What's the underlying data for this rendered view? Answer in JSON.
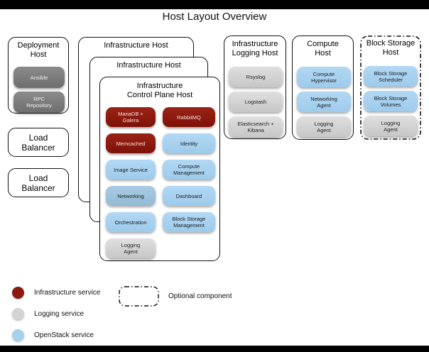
{
  "title": "Host Layout Overview",
  "hosts": {
    "deployment": {
      "title": "Deployment\nHost",
      "services": [
        {
          "label": "Ansible",
          "type": "deployment"
        },
        {
          "label": "RPC\nRepository",
          "type": "deployment"
        }
      ]
    },
    "load_balancer_1": {
      "title": "Load\nBalancer"
    },
    "load_balancer_2": {
      "title": "Load\nBalancer"
    },
    "infra_outer": {
      "title": "Infrastructure Host"
    },
    "infra_middle": {
      "title": "Infrastructure Host"
    },
    "control_plane": {
      "title": "Infrastructure\nControl Plane Host",
      "services": [
        {
          "label": "MariaDB +\nGalera",
          "type": "infrastructure"
        },
        {
          "label": "RabbitMQ",
          "type": "infrastructure"
        },
        {
          "label": "Memcached",
          "type": "infrastructure"
        },
        {
          "label": "Identity",
          "type": "openstack"
        },
        {
          "label": "Image Service",
          "type": "openstack"
        },
        {
          "label": "Compute\nManagement",
          "type": "openstack"
        },
        {
          "label": "Networking",
          "type": "openstack"
        },
        {
          "label": "Dashboard",
          "type": "openstack"
        },
        {
          "label": "Orchestration",
          "type": "openstack"
        },
        {
          "label": "Block Storage\nManagement",
          "type": "openstack"
        },
        {
          "label": "Logging\nAgent",
          "type": "logging"
        }
      ]
    },
    "logging": {
      "title": "Infrastructure\nLogging Host",
      "services": [
        {
          "label": "Rsyslog",
          "type": "logging"
        },
        {
          "label": "Logstash",
          "type": "logging"
        },
        {
          "label": "Elasticsearch +\nKibana",
          "type": "logging"
        }
      ]
    },
    "compute": {
      "title": "Compute\nHost",
      "services": [
        {
          "label": "Compute\nHypervisor",
          "type": "openstack"
        },
        {
          "label": "Networking\nAgent",
          "type": "openstack"
        },
        {
          "label": "Logging\nAgent",
          "type": "logging"
        }
      ]
    },
    "block_storage": {
      "title": "Block Storage\nHost",
      "optional": true,
      "services": [
        {
          "label": "Block Storage\nScheduler",
          "type": "openstack"
        },
        {
          "label": "Block Storage\nVolumes",
          "type": "openstack"
        },
        {
          "label": "Logging\nAgent",
          "type": "logging"
        }
      ]
    }
  },
  "legend": {
    "items": [
      {
        "label": "Infrastructure service",
        "color": "#8b1a10"
      },
      {
        "label": "Logging service",
        "color": "#d3d3d3"
      },
      {
        "label": "OpenStack service",
        "color": "#a8d1ef"
      }
    ],
    "optional_label": "Optional component"
  },
  "colors": {
    "infrastructure_service": "#8b1a10",
    "logging_service": "#d3d3d3",
    "openstack_service": "#a8d1ef",
    "deployment_service": "#7b7b7b"
  }
}
